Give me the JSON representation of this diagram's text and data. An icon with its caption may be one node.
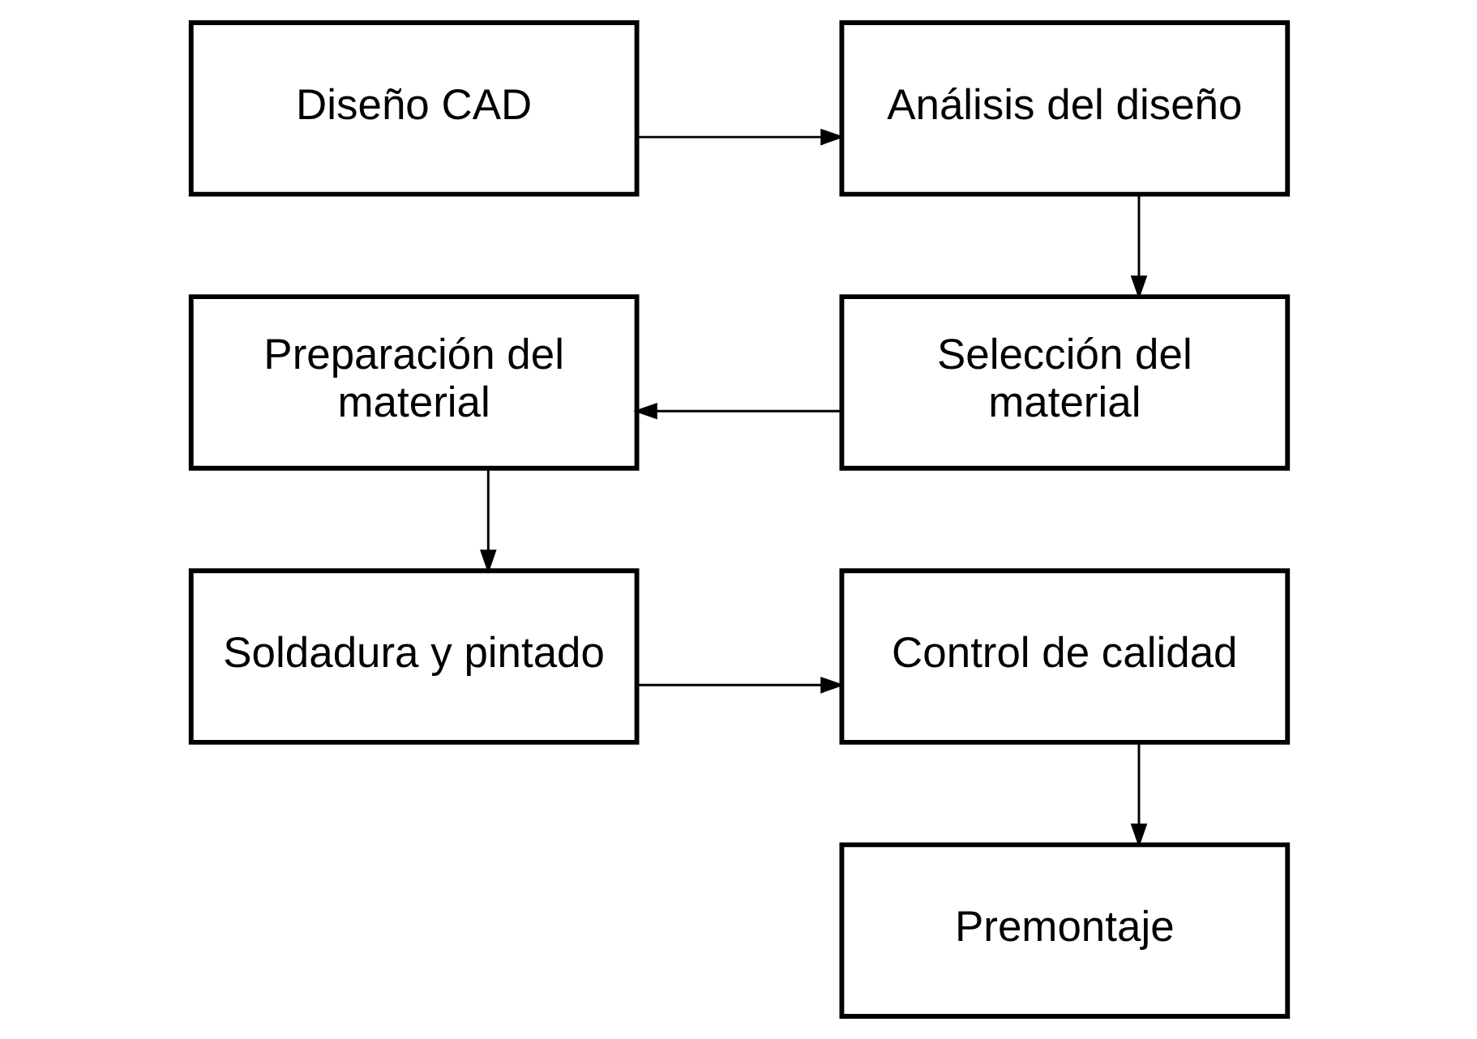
{
  "diagram": {
    "nodes": [
      {
        "text": [
          "Diseño CAD"
        ]
      },
      {
        "text": [
          "Análisis del diseño"
        ]
      },
      {
        "text": [
          "Selección del material"
        ]
      },
      {
        "text": [
          "Preparación del material"
        ]
      },
      {
        "text": [
          "Soldadura y pintado"
        ]
      },
      {
        "text": [
          "Control de calidad"
        ]
      },
      {
        "text": [
          "Premontaje"
        ]
      }
    ],
    "edges": [
      {
        "from": 0,
        "to": 1,
        "arrow": "to"
      },
      {
        "from": 1,
        "to": 2,
        "arrow": "to"
      },
      {
        "from": 2,
        "to": 3,
        "arrow": "to"
      },
      {
        "from": 3,
        "to": 4,
        "arrow": "to"
      },
      {
        "from": 4,
        "to": 5,
        "arrow": "to"
      },
      {
        "from": 5,
        "to": 6,
        "arrow": "to"
      }
    ]
  }
}
